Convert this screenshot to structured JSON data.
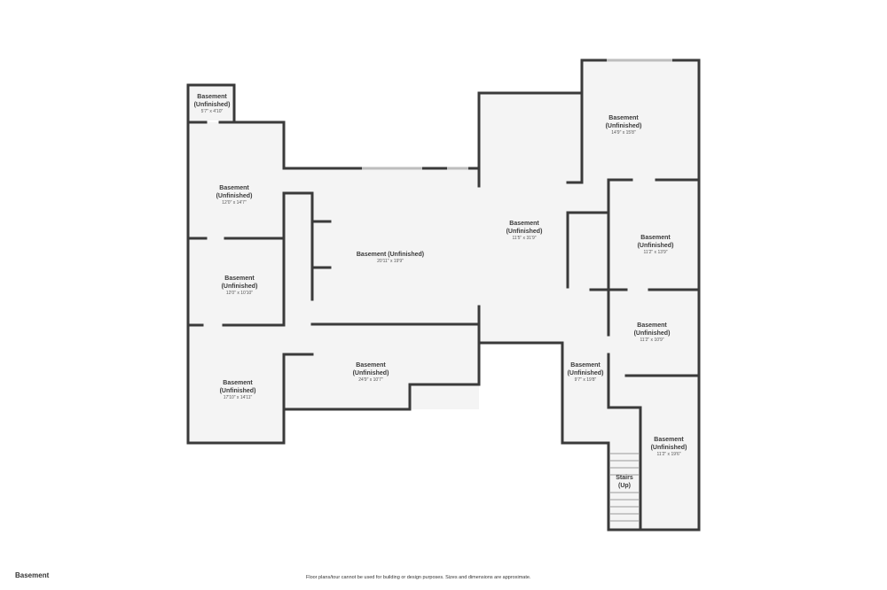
{
  "floor_label": "Basement",
  "disclaimer": "Floor plans/tour cannot be used for building or design purposes. Sizes and dimensions are approximate.",
  "colors": {
    "wall": "#3a3a3a",
    "room_fill": "#f4f4f4",
    "window": "#bdbdbd"
  },
  "rooms": {
    "small_top_left": {
      "name_1": "Basement",
      "name_2": "(Unfinished)",
      "dims": "5'7\" x 4'10\""
    },
    "left_upper": {
      "name_1": "Basement",
      "name_2": "(Unfinished)",
      "dims": "12'0\" x 14'7\""
    },
    "left_middle": {
      "name_1": "Basement",
      "name_2": "(Unfinished)",
      "dims": "12'0\" x 10'10\""
    },
    "left_lower": {
      "name_1": "Basement",
      "name_2": "(Unfinished)",
      "dims": "17'10\" x 14'11\""
    },
    "central": {
      "name_1": "Basement (Unfinished)",
      "dims": "20'11\" x 19'9\""
    },
    "bottom_center": {
      "name_1": "Basement",
      "name_2": "(Unfinished)",
      "dims": "24'9\" x 10'7\""
    },
    "center_right": {
      "name_1": "Basement",
      "name_2": "(Unfinished)",
      "dims": "11'5\" x 31'9\""
    },
    "top_right": {
      "name_1": "Basement",
      "name_2": "(Unfinished)",
      "dims": "14'9\" x 15'8\""
    },
    "right_upper": {
      "name_1": "Basement",
      "name_2": "(Unfinished)",
      "dims": "11'2\" x 13'9\""
    },
    "right_middle": {
      "name_1": "Basement",
      "name_2": "(Unfinished)",
      "dims": "11'2\" x 10'9\""
    },
    "hall_right": {
      "name_1": "Basement",
      "name_2": "(Unfinished)",
      "dims": "9'7\" x 19'8\""
    },
    "right_lower": {
      "name_1": "Basement",
      "name_2": "(Unfinished)",
      "dims": "11'2\" x 19'6\""
    },
    "stairs": {
      "name_1": "Stairs",
      "name_2": "(Up)"
    }
  }
}
